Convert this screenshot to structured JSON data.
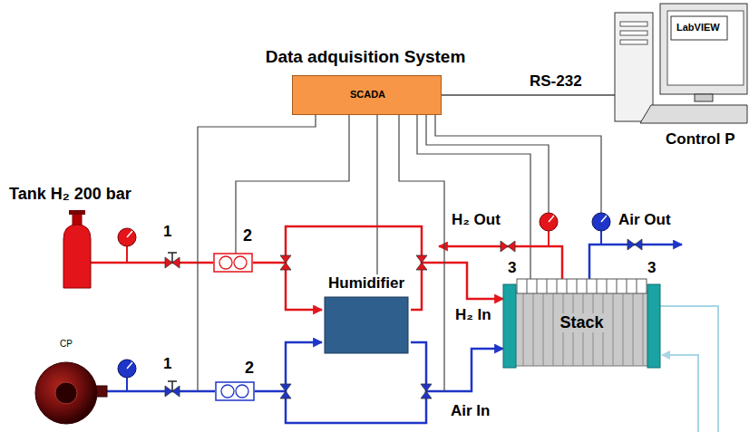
{
  "diagram": {
    "title": "Data adquisition System",
    "nodes": [
      {
        "text": [
          "SCADA"
        ]
      },
      {
        "text": [
          "LabVIEW",
          "Control P"
        ]
      },
      {
        "text": [
          "Tank H₂ 200 bar"
        ]
      },
      {
        "text": [
          "CP"
        ]
      },
      {
        "text": [
          "2"
        ]
      },
      {
        "text": [
          "2"
        ]
      },
      {
        "text": [
          "Humidifier"
        ]
      },
      {
        "text": [
          "Stack"
        ]
      }
    ],
    "edges": [
      {
        "from": 0,
        "to": 1,
        "label": "RS-232",
        "arrow": "none"
      },
      {
        "from": 0,
        "to": 4,
        "arrow": "none"
      },
      {
        "from": 0,
        "to": 6,
        "arrow": "none"
      },
      {
        "from": 0,
        "to": 7,
        "arrow": "none"
      },
      {
        "from": 2,
        "to": 4,
        "arrow": "none"
      },
      {
        "from": 3,
        "to": 5,
        "arrow": "none"
      },
      {
        "from": 4,
        "to": 6,
        "arrow": "to"
      },
      {
        "from": 5,
        "to": 6,
        "arrow": "to"
      },
      {
        "from": 6,
        "to": 7,
        "label": "H₂ In",
        "arrow": "to"
      },
      {
        "from": 6,
        "to": 7,
        "label": "Air In",
        "arrow": "to"
      }
    ],
    "labels": [
      "1",
      "1",
      "3",
      "3",
      "H₂ Out",
      "Air Out"
    ]
  }
}
